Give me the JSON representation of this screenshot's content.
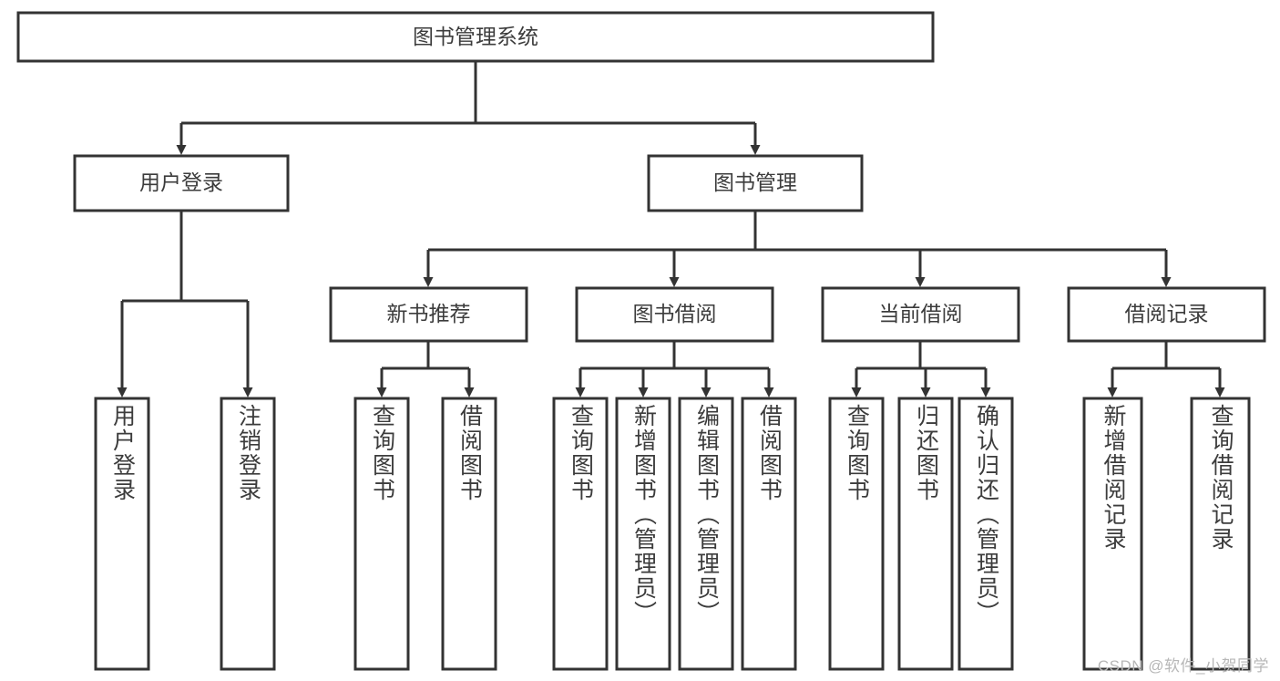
{
  "diagram": {
    "type": "tree-hierarchy",
    "title": "图书管理系统",
    "watermark": "CSDN @软件_小贺同学",
    "colors": {
      "stroke": "#333333",
      "fill": "#ffffff",
      "text": "#3c3c3c",
      "watermark": "#b7b7b7",
      "background": "#ffffff"
    },
    "levels": {
      "root": {
        "label": "图书管理系统"
      },
      "level2": [
        {
          "label": "用户登录"
        },
        {
          "label": "图书管理"
        }
      ],
      "level3": [
        {
          "label": "新书推荐"
        },
        {
          "label": "图书借阅"
        },
        {
          "label": "当前借阅"
        },
        {
          "label": "借阅记录"
        }
      ],
      "leaves": {
        "user_login": [
          {
            "label": "用户登录"
          },
          {
            "label": "注销登录"
          }
        ],
        "new_book_recommend": [
          {
            "label": "查询图书"
          },
          {
            "label": "借阅图书"
          }
        ],
        "book_borrow": [
          {
            "label": "查询图书"
          },
          {
            "label": "新增图书（管理员）"
          },
          {
            "label": "编辑图书（管理员）"
          },
          {
            "label": "借阅图书"
          }
        ],
        "current_borrow": [
          {
            "label": "查询图书"
          },
          {
            "label": "归还图书"
          },
          {
            "label": "确认归还（管理员）"
          }
        ],
        "borrow_record": [
          {
            "label": "新增借阅记录"
          },
          {
            "label": "查询借阅记录"
          }
        ]
      }
    }
  }
}
